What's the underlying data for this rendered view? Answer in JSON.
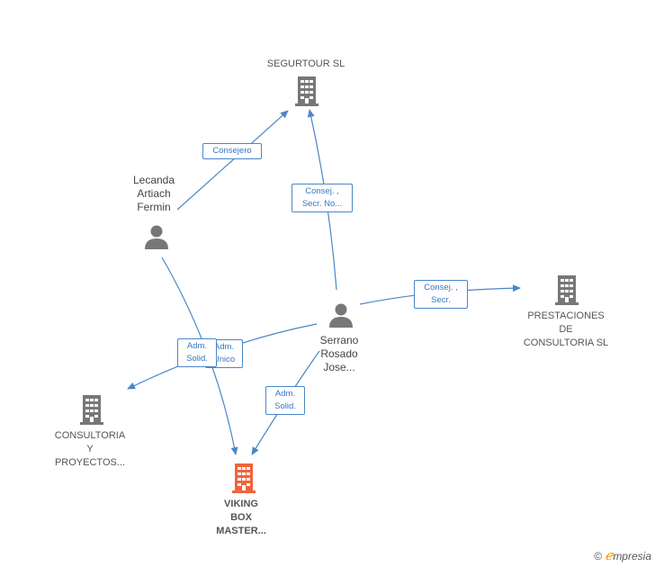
{
  "nodes": {
    "segurtour": {
      "label": "SEGURTOUR SL",
      "icon": "building-icon",
      "color": "#777777"
    },
    "prestaciones": {
      "label": "PRESTACIONES DE CONSULTORIA SL",
      "icon": "building-icon",
      "color": "#777777"
    },
    "consultoria": {
      "label": "CONSULTORIA Y PROYECTOS...",
      "icon": "building-icon",
      "color": "#777777"
    },
    "viking": {
      "label": "VIKING BOX MASTER...",
      "icon": "building-icon",
      "color": "#f0643c"
    },
    "lecanda": {
      "label": "Lecanda Artiach Fermin",
      "icon": "person-icon",
      "color": "#777777"
    },
    "serrano": {
      "label": "Serrano Rosado Jose...",
      "icon": "person-icon",
      "color": "#777777"
    }
  },
  "edges": {
    "lecanda_segurtour": "Consejero",
    "serrano_segurtour": "Consej. , Secr. No...",
    "serrano_prestaciones": "Consej. , Secr.",
    "serrano_consultoria": "Adm. Unico",
    "lecanda_viking": "Adm. Solid.",
    "serrano_viking": "Adm. Solid."
  },
  "brand": {
    "copyright": "©",
    "e": "ℯ",
    "rest": "mpresia"
  },
  "colors": {
    "edge": "#4a86c8",
    "node": "#777777",
    "focus": "#f0643c"
  }
}
